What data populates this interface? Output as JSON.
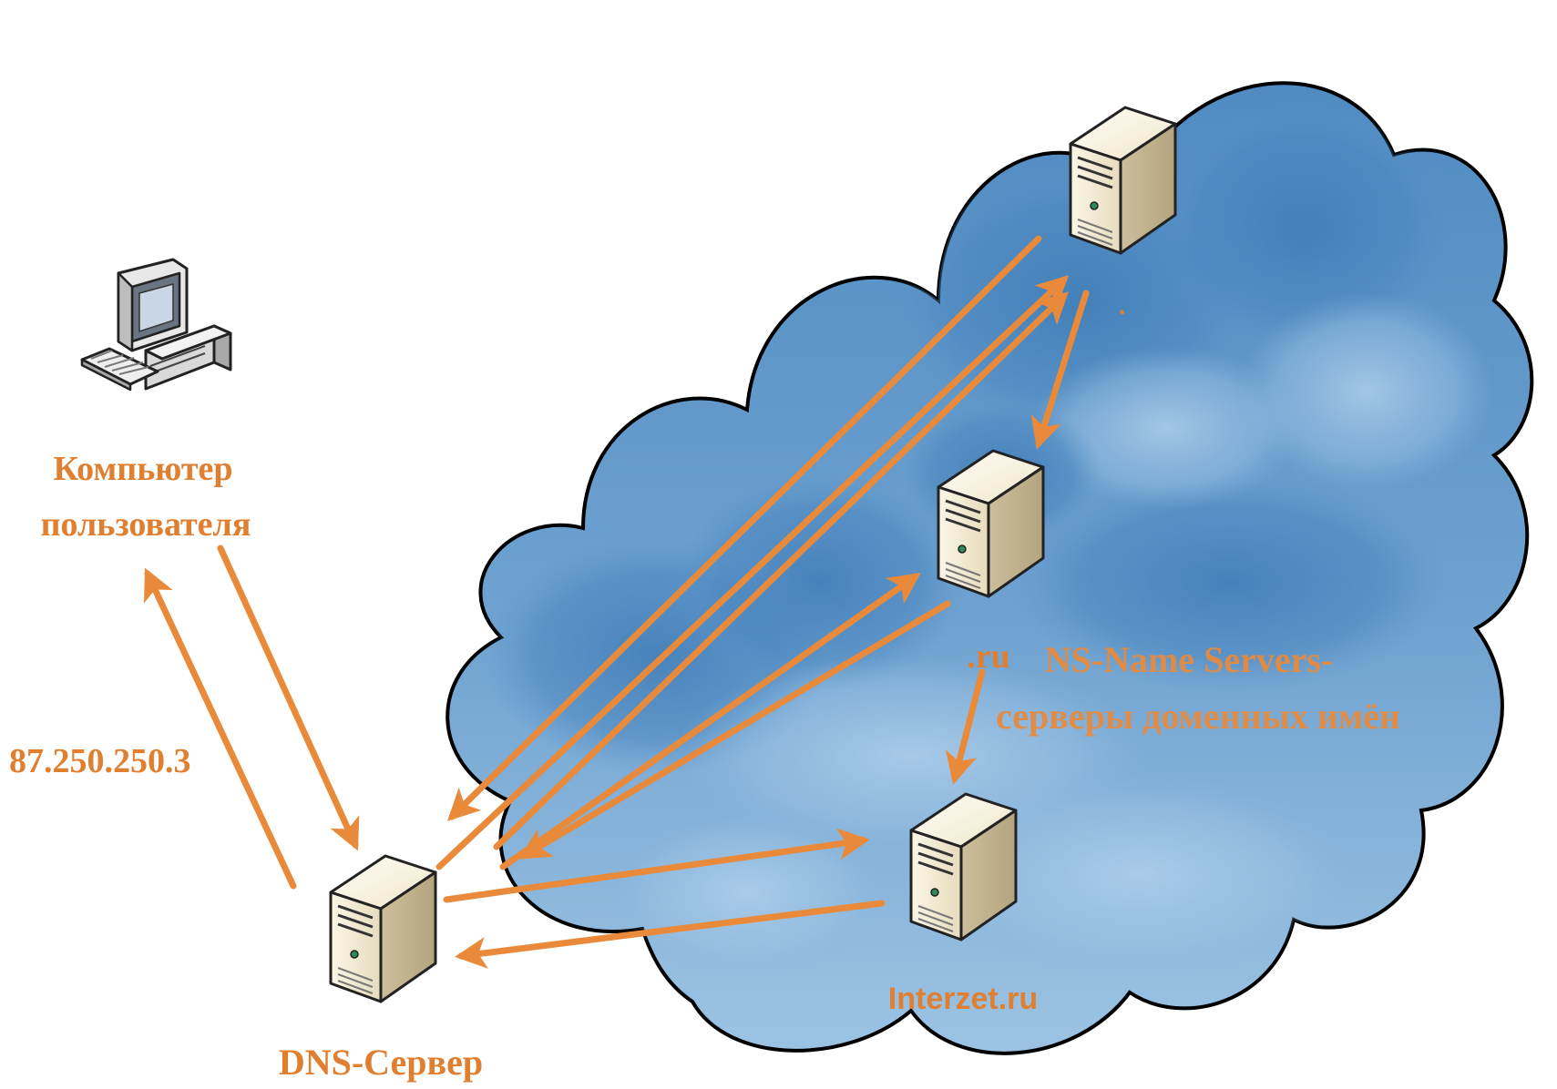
{
  "labels": {
    "user_computer_line1": "Компьютер",
    "user_computer_line2": "пользователя",
    "ip_address": "87.250.250.3",
    "dns_server": "DNS-Сервер",
    "root_server": ".",
    "ru_server": ".ru",
    "interzet_server": "Interzet.ru",
    "ns_line1": "NS-Name Servers-",
    "ns_line2": "серверы доменных имён"
  },
  "icons": {
    "computer": "desktop-computer-icon",
    "server": "server-tower-icon"
  },
  "colors": {
    "arrow": "#e98a3b",
    "label": "#e07f30",
    "cloud_light": "#8db7dc",
    "cloud_dark": "#3c79b0",
    "server_body": "#efe6cc"
  }
}
